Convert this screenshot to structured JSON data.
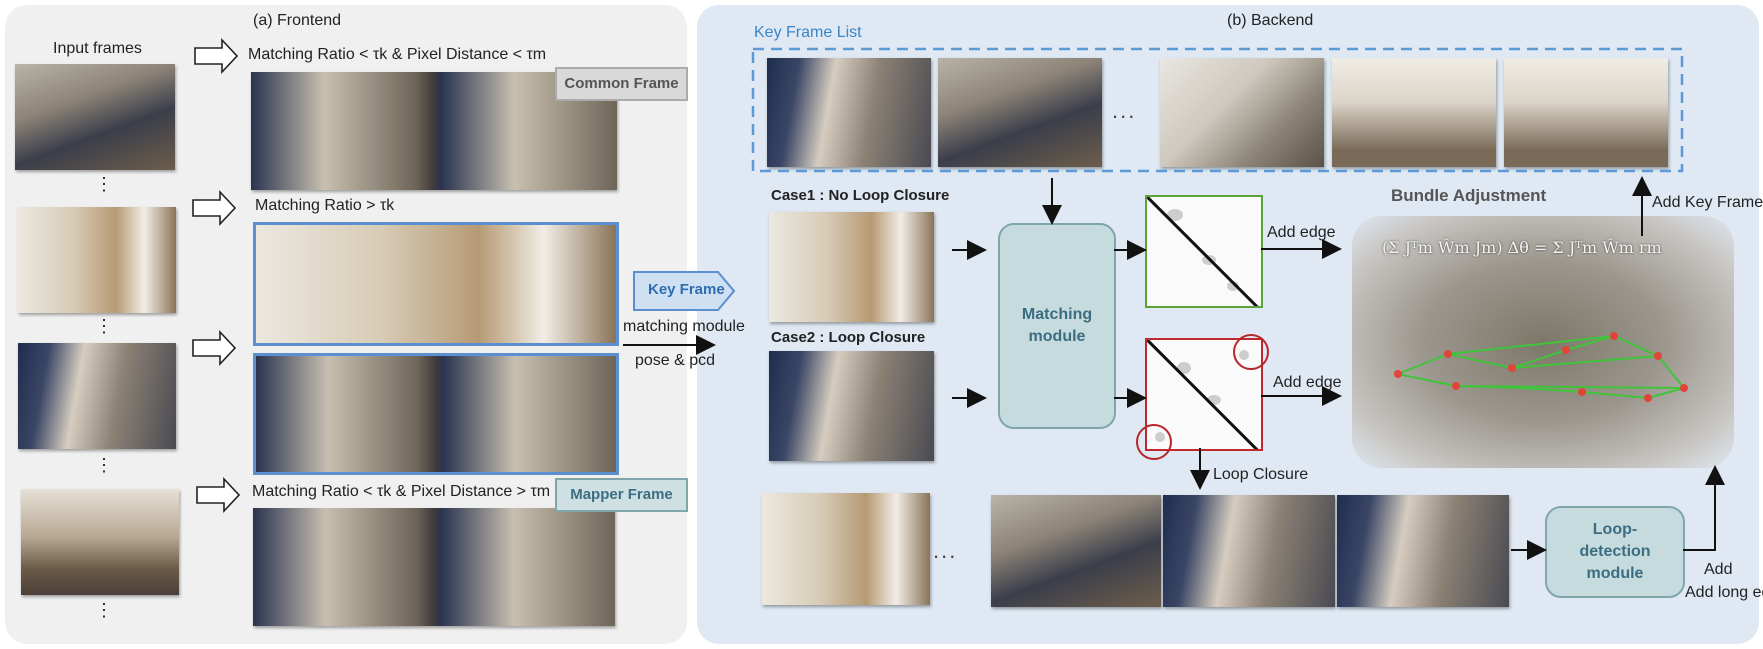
{
  "frontend": {
    "title": "(a)  Frontend",
    "input_frames_label": "Input frames",
    "common_condition": "Matching Ratio < τk & Pixel Distance < τm",
    "key_condition": "Matching Ratio > τk",
    "mapper_condition": "Matching Ratio < τk & Pixel Distance > τm",
    "common_frame_tag": "Common Frame",
    "mapper_frame_tag": "Mapper Frame",
    "key_frame_tag": "Key Frame",
    "matching_module_text": "matching module",
    "pose_pcd_text": "pose & pcd",
    "vdots": "⋮",
    "colors": {
      "panel": "#f0f0f0",
      "key_border": "#5b8fd0",
      "tag_teal": "#cfe0e2"
    }
  },
  "backend": {
    "title": "(b)  Backend",
    "key_frame_list_label": "Key Frame List",
    "list_ellipsis": "...",
    "case1_label": "Case1 : No Loop Closure",
    "case2_label": "Case2 : Loop Closure",
    "matching_module_label": "Matching module",
    "add_edge_1": "Add edge",
    "add_edge_2": "Add edge",
    "bundle_adjustment_title": "Bundle Adjustment",
    "ba_formula": "(Σ Jᵀm Ŵm Jm) Δθ = Σ Jᵀm Ŵm rm",
    "add_key_frame": "Add Key Frame",
    "loop_closure_label": "Loop Closure",
    "loop_detection_label": "Loop-detection module",
    "add_long_edge": "Add long edge",
    "row_ellipsis": "...",
    "colors": {
      "panel": "#dfe8f3",
      "dashed": "#5b9ad6",
      "matrix_green": "#5aa43a",
      "matrix_red": "#c0282b",
      "module": "#c5dbde"
    }
  }
}
